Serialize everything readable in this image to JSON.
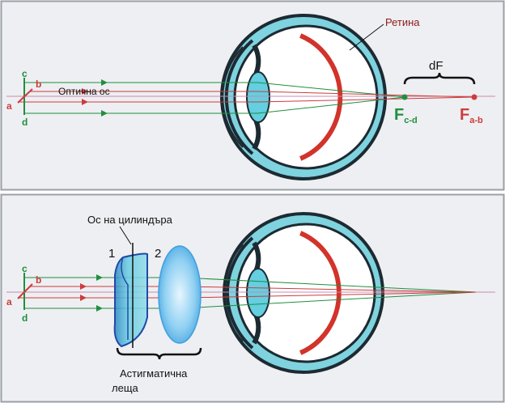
{
  "colors": {
    "frame": "#9aa0a6",
    "panel_bg": "#eeeff2",
    "sclera": "#7ed3df",
    "eye_outline": "#1d2a32",
    "retina": "#d2332a",
    "lens": "#63cfe0",
    "green": "#1f8f3f",
    "red": "#cc3c3c",
    "magenta": "#c98ab0",
    "dark_red": "#8c1a1a",
    "blue": "#1f4aa8",
    "cyl_fill": "#5fc4dc",
    "sph_fill": "#7fc7ee"
  },
  "top": {
    "retina_label": "Ретина",
    "optical_axis_label": "Оптична ос",
    "df_label": "dF",
    "ray_labels": {
      "c": "c",
      "b": "b",
      "a": "a",
      "d": "d"
    },
    "focus_cd": {
      "main": "F",
      "sub": "c-d"
    },
    "focus_ab": {
      "main": "F",
      "sub": "a-b"
    }
  },
  "bottom": {
    "cylinder_axis_label": "Ос на цилиндъра",
    "lens_number_1": "1",
    "lens_number_2": "2",
    "ray_labels": {
      "c": "c",
      "b": "b",
      "a": "a",
      "d": "d"
    },
    "astigmatic_lens_label_line1": "Астигматична",
    "astigmatic_lens_label_line2": "леща"
  }
}
